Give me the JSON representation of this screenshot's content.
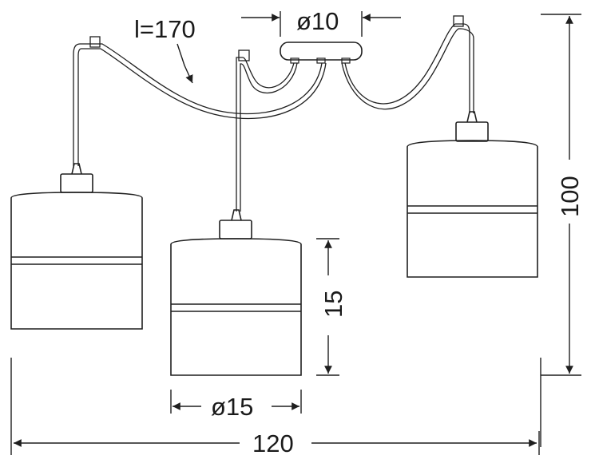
{
  "dimensions": {
    "cable_length": "l=170",
    "canopy_diameter": "ø10",
    "shade_diameter": "ø15",
    "shade_height": "15",
    "total_height": "100",
    "total_width": "120"
  },
  "colors": {
    "line": "#1f1f1f",
    "background": "#ffffff"
  }
}
